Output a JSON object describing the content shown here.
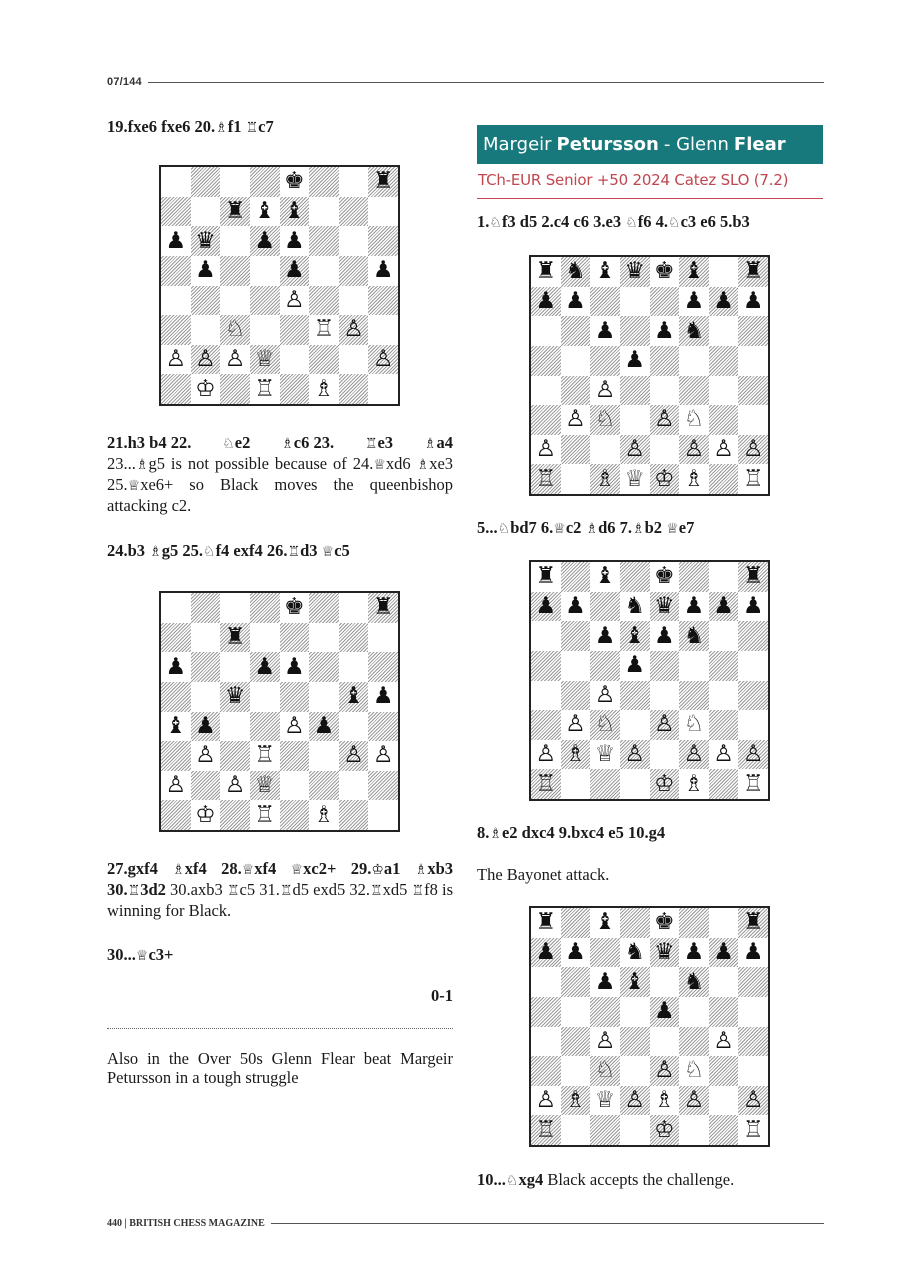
{
  "header": {
    "page_ref": "07/144"
  },
  "footer": {
    "label": "440 | BRITISH CHESS MAGAZINE"
  },
  "colors": {
    "title_bg": "#17797c",
    "event_red": "#c0464f"
  },
  "left_column": {
    "move_1": {
      "parts": [
        "19.fxe6 fxe6 20.",
        "♗",
        "f1 ",
        "♖",
        "c7"
      ]
    },
    "move_2": {
      "line1": [
        "21.h3 b4 22.",
        "♘",
        "e2 ",
        "♗",
        "c6 23.",
        "♖",
        "e3 ",
        "♗",
        "a4"
      ],
      "comment": [
        "23...",
        "♗",
        "g5 is not possible because of 24.",
        "♕",
        "xd6 ",
        "♗",
        "xe3 25.",
        "♕",
        "xe6+ so Black moves the queenbishop attacking c2."
      ]
    },
    "move_3": {
      "parts": [
        "24.b3 ",
        "♗",
        "g5 25.",
        "♘",
        "f4 exf4 26.",
        "♖",
        "d3 ",
        "♕",
        "c5"
      ]
    },
    "move_4": {
      "bold": [
        "27.gxf4 ",
        "♗",
        "xf4 28.",
        "♕",
        "xf4 ",
        "♕",
        "xc2+ 29.",
        "♔",
        "a1 ",
        "♗",
        "xb3 30.",
        "♖",
        "3d2"
      ],
      "comment": [
        " 30.axb3 ",
        "♖",
        "c5 31.",
        "♖",
        "d5 exd5 32.",
        "♖",
        "xd5 ",
        "♖",
        "f8 is winning for Black."
      ]
    },
    "move_5": {
      "parts": [
        "30...",
        "♕",
        "c3+"
      ]
    },
    "result": "0-1",
    "closing_note": "Also in the Over 50s Glenn Flear beat Margeir Petursson in a tough struggle"
  },
  "right_column": {
    "game_title": {
      "white_first": "Margeir",
      "white_last": "Petursson",
      "separator": "- Glenn",
      "black_last": "Flear"
    },
    "event": "TCh-EUR Senior +50 2024 Catez SLO (7.2)",
    "move_1": {
      "parts": [
        "1.",
        "♘",
        "f3 d5 2.c4 c6 3.e3 ",
        "♘",
        "f6 4.",
        "♘",
        "c3 e6 5.b3"
      ]
    },
    "move_2": {
      "parts": [
        "5...",
        "♘",
        "bd7 6.",
        "♕",
        "c2 ",
        "♗",
        "d6 7.",
        "♗",
        "b2 ",
        "♕",
        "e7"
      ]
    },
    "move_3": {
      "parts": [
        "8.",
        "♗",
        "e2 dxc4 9.bxc4 e5 10.g4"
      ]
    },
    "comment_3": "The Bayonet attack.",
    "move_4": {
      "bold": [
        "10...",
        "♘",
        "xg4"
      ],
      "comment": " Black accepts the challenge."
    }
  },
  "boards": [
    {
      "id": "after-20-Rc7",
      "ranks": [
        "4k2r",
        "2rbb3",
        "pq1pp3",
        "1p2p2p",
        "4P3",
        "2N2RP1",
        "PPPQ3P",
        "1K1R1B2"
      ]
    },
    {
      "id": "after-26-Qc5",
      "ranks": [
        "4k2r",
        "2r5",
        "p2pp3",
        "2q3bp",
        "bp2Pp2",
        "1P1R2PP",
        "P1PQ4",
        "1K1R1B2"
      ]
    },
    {
      "id": "after-5-b3",
      "ranks": [
        "rnbqkb1r",
        "pp3ppp",
        "2p1pn2",
        "3p4",
        "2P5",
        "1PN1PN2",
        "P2P1PPP",
        "R1BQKB1R"
      ]
    },
    {
      "id": "after-7-Qe7",
      "ranks": [
        "r1b1k2r",
        "pp1nqppp",
        "2pbpn2",
        "3p4",
        "2P5",
        "1PN1PN2",
        "PBQP1PPP",
        "R3KB1R"
      ]
    },
    {
      "id": "after-10-g4",
      "ranks": [
        "r1b1k2r",
        "pp1nqppp",
        "2pb1n2",
        "4p3",
        "2P3P1",
        "2N1PN2",
        "PBQPBP1P",
        "R3K2R"
      ]
    }
  ]
}
